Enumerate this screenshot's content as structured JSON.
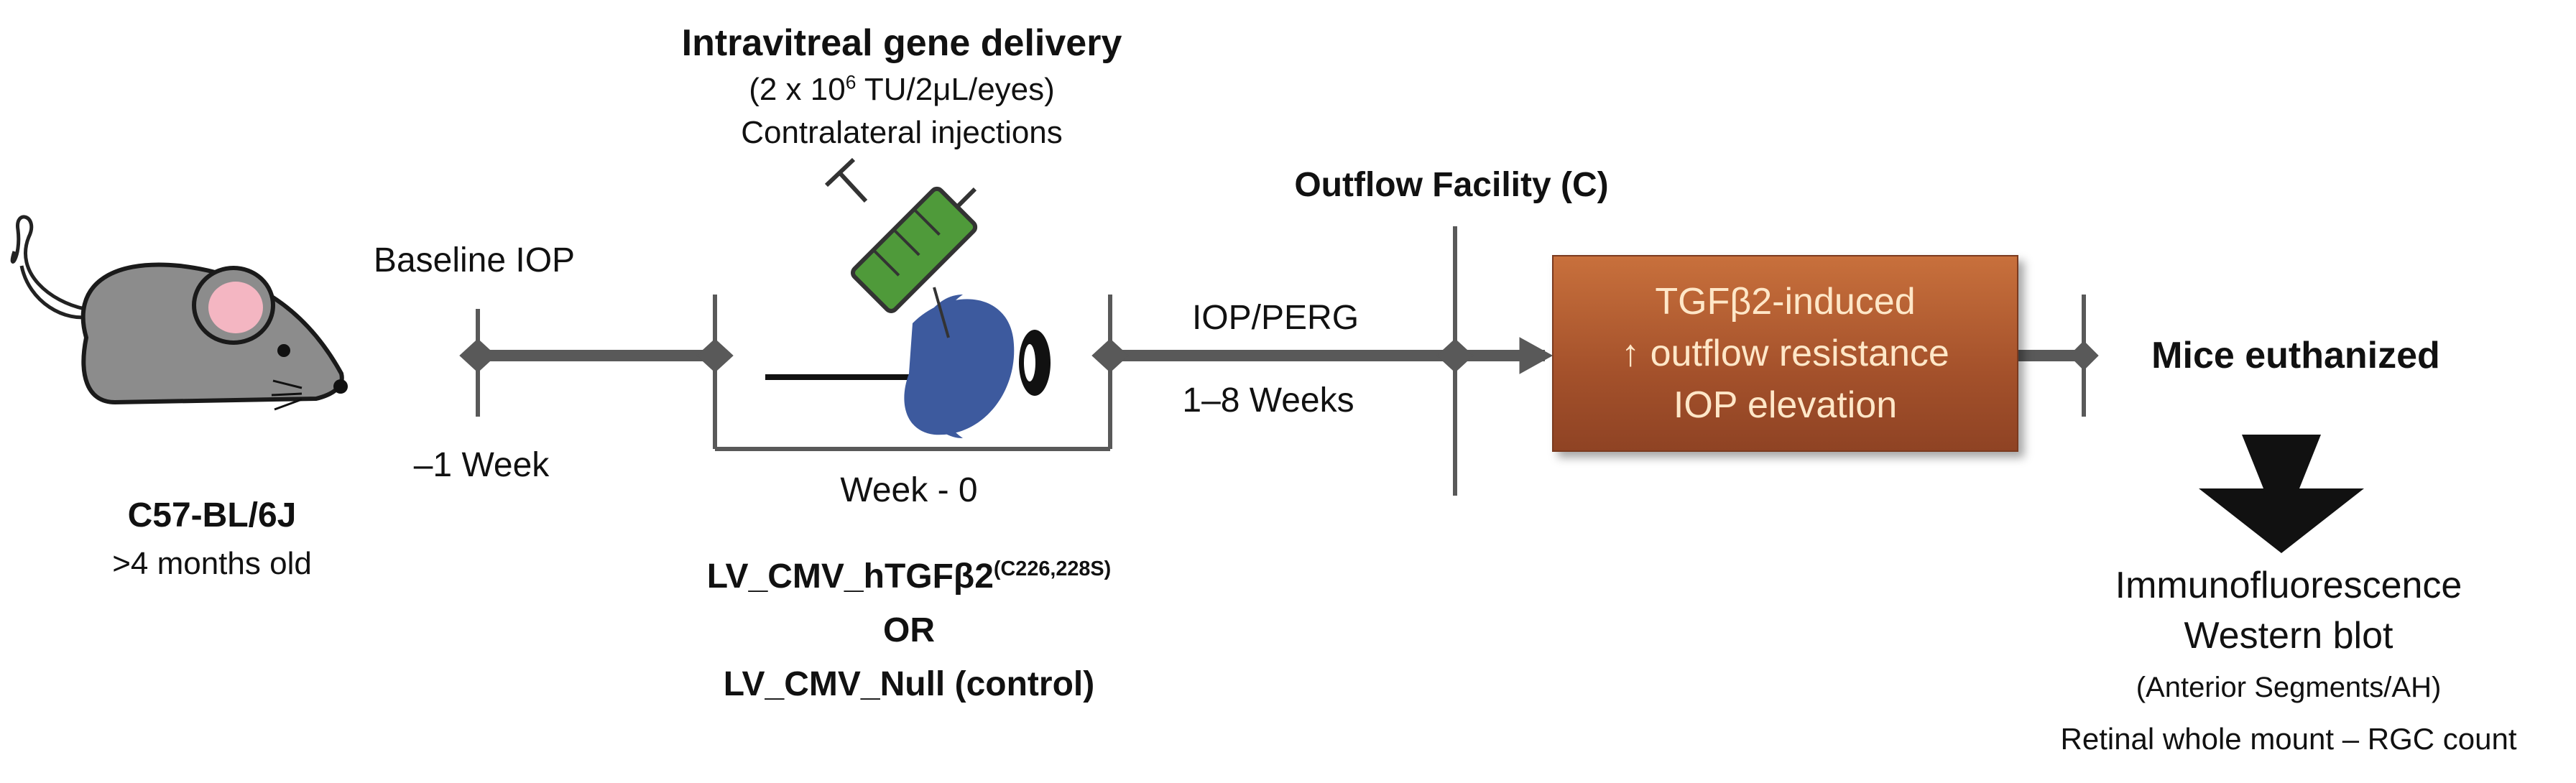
{
  "mouse": {
    "strain": "C57-BL/6J",
    "age": ">4 months old"
  },
  "timeline": {
    "baseline_label": "Baseline IOP",
    "minus_one_week": "–1 Week",
    "week_zero": "Week - 0",
    "iop_perg": "IOP/PERG",
    "weeks_range": "1–8 Weeks",
    "outflow_facility": "Outflow Facility (C)"
  },
  "delivery": {
    "title": "Intravitreal gene delivery",
    "dose_prefix": "(2 x 10",
    "dose_exp": "6",
    "dose_suffix": " TU/2μL/eyes)",
    "contralateral": "Contralateral injections"
  },
  "vectors": {
    "primary": "LV_CMV_hTGFβ2",
    "primary_sup": "(C226,228S)",
    "or": "OR",
    "control": "LV_CMV_Null (control)"
  },
  "result_box": {
    "line1": "TGFβ2-induced",
    "line2": "↑ outflow resistance",
    "line3": "IOP elevation"
  },
  "endpoint": {
    "euthanized": "Mice euthanized",
    "assay1": "Immunofluorescence",
    "assay2": "Western blot",
    "assay3": "(Anterior Segments/AH)",
    "assay4": "Retinal whole mount – RGC count"
  },
  "colors": {
    "timeline": "#595959",
    "mouse_body": "#8c8c8c",
    "mouse_ear": "#f4b6c2",
    "eye": "#3d5a9e",
    "syringe_fluid": "#4f9a3a",
    "box": "#a4512b"
  }
}
